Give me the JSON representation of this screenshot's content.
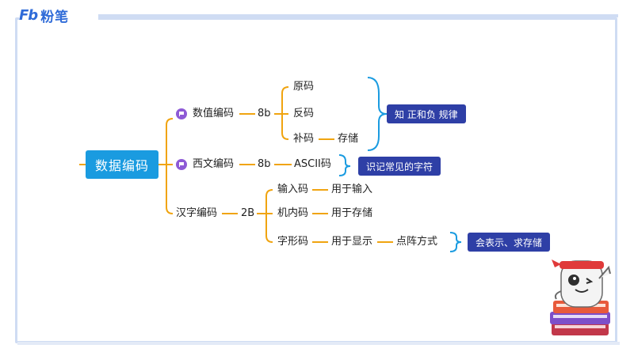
{
  "header": {
    "logo_mark": "Fb",
    "brand_name": "粉笔"
  },
  "mindmap": {
    "root": "数据编码",
    "numeric": {
      "label": "数值编码",
      "bits": "8b",
      "children": [
        "原码",
        "反码",
        "补码"
      ],
      "storage": "存储",
      "note": "知 正和负 规律"
    },
    "western": {
      "label": "西文编码",
      "bits": "8b",
      "child": "ASCII码",
      "note": "识记常见的字符"
    },
    "chinese": {
      "label": "汉字编码",
      "bytes": "2B",
      "children": [
        {
          "name": "输入码",
          "use": "用于输入"
        },
        {
          "name": "机内码",
          "use": "用于存储"
        },
        {
          "name": "字形码",
          "use": "用于显示",
          "extra": "点阵方式"
        }
      ],
      "note": "会表示、求存储"
    }
  },
  "colors": {
    "line": "#f0a410",
    "bracket": "#1a9be0",
    "root_bg": "#1a9be0",
    "tag_bg": "#2e3fa6",
    "flag": "#8e5ad6",
    "frame": "#cfdcf3",
    "brand": "#2f6bd8"
  },
  "icons": {
    "flag": "flag-icon",
    "mascot": "mascot-illustration"
  }
}
